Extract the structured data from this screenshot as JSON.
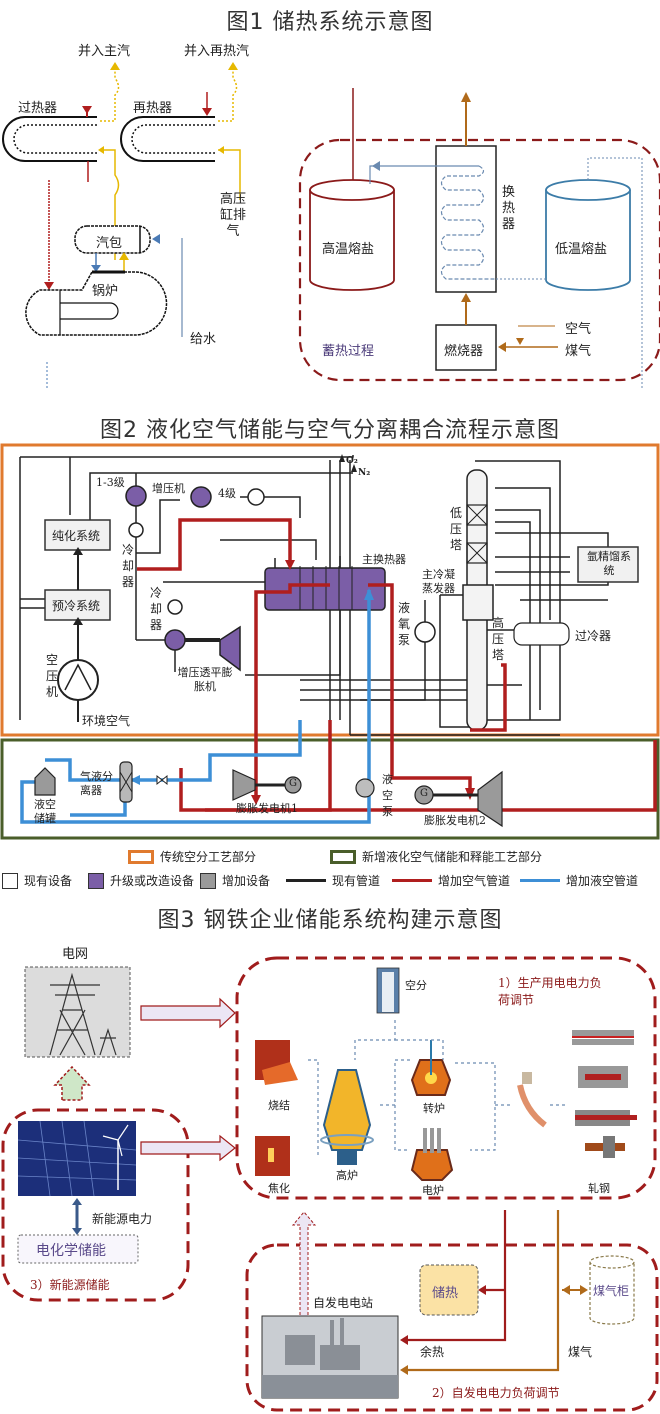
{
  "fig1": {
    "title": "图1  储热系统示意图",
    "labels": {
      "main_steam": "并入主汽",
      "reheat_steam": "并入再热汽",
      "superheater": "过热器",
      "reheater": "再热器",
      "hp_exhaust": "高压缸排气",
      "drum": "汽包",
      "boiler": "锅炉",
      "feedwater": "给水",
      "hot_salt": "高温熔盐",
      "cold_salt": "低温熔盐",
      "heat_exchanger": "换热器",
      "burner": "燃烧器",
      "air": "空气",
      "gas": "煤气",
      "storage_process": "蓄热过程"
    }
  },
  "fig2": {
    "title": "图2  液化空气储能与空气分离耦合流程示意图",
    "labels": {
      "stage13": "1-3级",
      "booster": "增压机",
      "stage4": "4级",
      "purify": "纯化系统",
      "precool": "预冷系统",
      "cooler1": "冷却器",
      "cooler2": "冷却器",
      "air_comp": "空压机",
      "ambient_air": "环境空气",
      "booster_turbo": "增压透平膨胀机",
      "main_hx": "主换热器",
      "o2": "O₂",
      "n2": "N₂",
      "lp_column": "低压塔",
      "main_cond": "主冷凝蒸发器",
      "lox_pump": "液氧泵",
      "hp_column": "高压塔",
      "subcooler": "过冷器",
      "argon": "氩精馏系统",
      "gl_sep": "气液分离器",
      "la_tank": "液空储罐",
      "exp_gen1": "膨胀发电机1",
      "la_pump": "液空泵",
      "exp_gen2": "膨胀发电机2",
      "g": "G"
    },
    "legend": {
      "traditional": "传统空分工艺部分",
      "new": "新增液化空气储能和释能工艺部分",
      "existing_equip": "现有设备",
      "upgraded_equip": "升级或改造设备",
      "added_equip": "增加设备",
      "existing_pipe": "现有管道",
      "added_air_pipe": "增加空气管道",
      "added_la_pipe": "增加液空管道"
    },
    "colors": {
      "traditional": "#e07a2e",
      "new": "#4a5e2a",
      "purple": "#7b5ea7",
      "gray": "#9a9a9a",
      "red": "#b01e1e",
      "blue": "#3d8fd6"
    }
  },
  "fig3": {
    "title": "图3  钢铁企业储能系统构建示意图",
    "labels": {
      "grid": "电网",
      "air_sep": "空分",
      "section1": "1）生产用电电力负荷调节",
      "sinter": "烧结",
      "blast_furnace": "高炉",
      "converter": "转炉",
      "coking": "焦化",
      "eaf": "电炉",
      "rolling": "轧钢",
      "new_energy": "新能源电力",
      "electrochem": "电化学储能",
      "section3": "3）新能源储能",
      "self_power": "自发电电站",
      "heat_storage": "储热",
      "gas_holder": "煤气柜",
      "waste_heat": "余热",
      "gas": "煤气",
      "section2": "2）自发电电力负荷调节"
    }
  }
}
